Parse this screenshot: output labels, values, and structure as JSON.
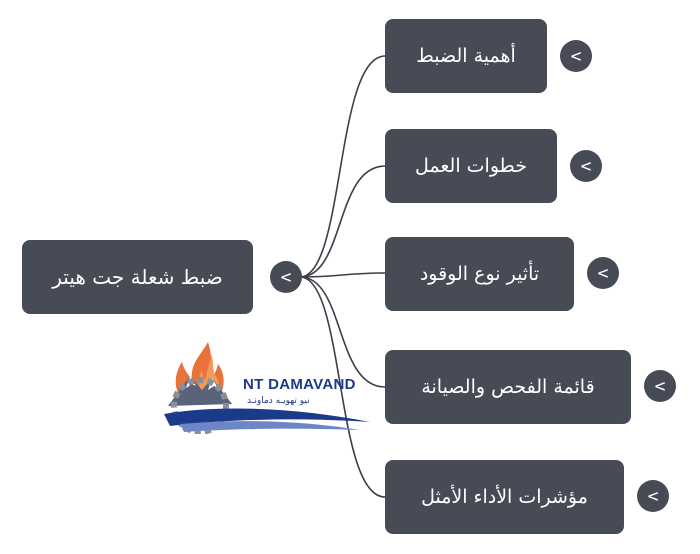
{
  "root": {
    "label": "ضبط شعلة جت هيتر"
  },
  "toggle_glyph": "<",
  "children": [
    {
      "label": "أهمية الضبط"
    },
    {
      "label": "خطوات العمل"
    },
    {
      "label": "تأثير نوع الوقود"
    },
    {
      "label": "قائمة الفحص والصيانة"
    },
    {
      "label": "مؤشرات الأداء الأمثل"
    }
  ],
  "watermark": {
    "text": "NT DAMAVAND",
    "subtext": "نيو تهويـه دماونـد"
  },
  "colors": {
    "node": "#464b56",
    "link": "#3c3f4a",
    "logo_flame": "#e8733a",
    "logo_blue": "#1c3a8a"
  }
}
